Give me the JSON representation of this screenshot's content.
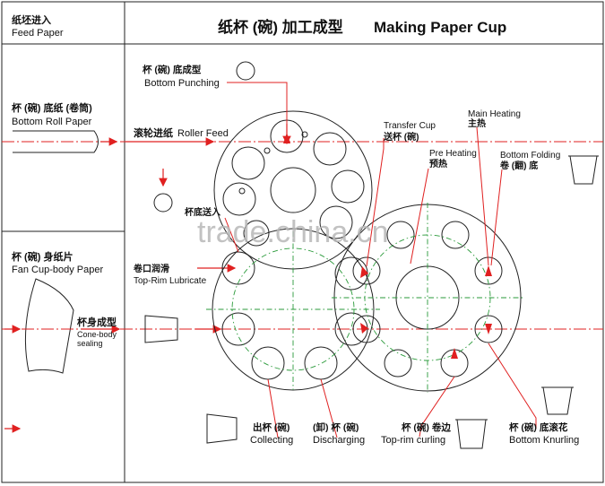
{
  "title": {
    "cn": "纸杯 (碗) 加工成型",
    "en": "Making Paper Cup"
  },
  "sidebar": {
    "feed_paper_cn": "纸坯进入",
    "feed_paper_en": "Feed Paper",
    "bottom_roll_cn": "杯 (碗) 底纸 (卷筒)",
    "bottom_roll_en": "Bottom Roll Paper",
    "fan_body_cn": "杯 (碗) 身纸片",
    "fan_body_en": "Fan Cup-body Paper"
  },
  "steps": {
    "bottom_punching_cn": "杯 (碗) 底成型",
    "bottom_punching_en": "Bottom Punching",
    "roller_feed_cn": "滚轮进纸",
    "roller_feed_en": "Roller Feed",
    "bottom_in_cn": "杯底送入",
    "toprim_lub_cn": "卷口润滑",
    "toprim_lub_en": "Top-Rim Lubricate",
    "cone_cn": "杯身成型",
    "cone_en_1": "Cone-body",
    "cone_en_2": "sealing",
    "transfer_en": "Transfer Cup",
    "transfer_cn": "送杯 (碗)",
    "preheat_en": "Pre Heating",
    "preheat_cn": "预热",
    "mainheat_en": "Main Heating",
    "mainheat_cn": "主热",
    "bottomfold_en": "Bottom Folding",
    "bottomfold_cn": "卷 (翻) 底",
    "collect_cn": "出杯 (碗)",
    "collect_en": "Collecting",
    "discharge_cn": "(卸) 杯 (碗)",
    "discharge_en": "Discharging",
    "toprim_curl_cn": "杯 (碗) 卷边",
    "toprim_curl_en": "Top-rim curling",
    "knurl_cn": "杯 (碗) 底滚花",
    "knurl_en": "Bottom Knurling"
  },
  "watermark": "trade.china.cn",
  "colors": {
    "line": "#222222",
    "accent": "#e02020",
    "guide": "#2a9a3a",
    "watermark": "#b8b8b8"
  }
}
